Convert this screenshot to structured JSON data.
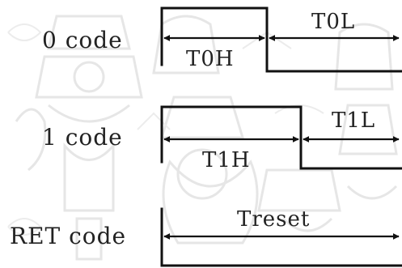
{
  "rows": [
    {
      "label": "0 code",
      "high": "T0H",
      "low": "T0L"
    },
    {
      "label": "1 code",
      "high": "T1H",
      "low": "T1L"
    },
    {
      "label": "RET code",
      "reset": "Treset"
    }
  ],
  "colors": {
    "line": "#111111",
    "text": "#222222",
    "watermark": "#e6e6e6"
  }
}
